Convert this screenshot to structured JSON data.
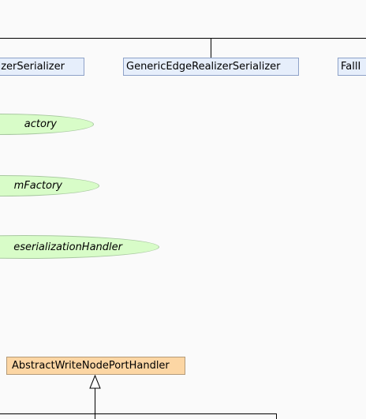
{
  "diagram": {
    "classes": [
      {
        "id": "c1",
        "label": "alizerSerializer"
      },
      {
        "id": "c2",
        "label": "GenericEdgeRealizerSerializer"
      },
      {
        "id": "c3",
        "label": "FallI"
      }
    ],
    "interfaces": [
      {
        "id": "i1",
        "label": "actory"
      },
      {
        "id": "i2",
        "label": "mFactory"
      },
      {
        "id": "i3",
        "label": "eserializationHandler"
      }
    ],
    "abstract_class": {
      "label": "AbstractWriteNodePortHandler"
    },
    "colors": {
      "class_fill": "#e6eefb",
      "class_border": "#8ea2c8",
      "interface_fill": "#d8fcc8",
      "interface_border": "#a8c8a0",
      "abstract_fill": "#fcd6a4",
      "abstract_border": "#b49a78",
      "edge": "#000000",
      "background": "#fafafa"
    }
  }
}
